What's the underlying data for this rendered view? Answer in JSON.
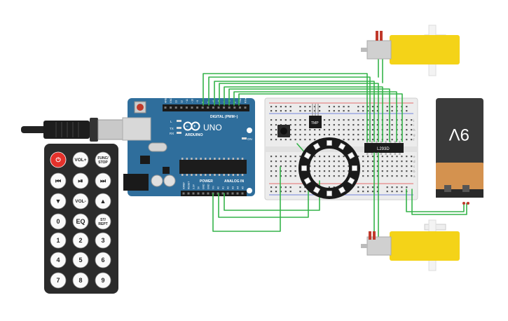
{
  "arduino": {
    "brand": "ARDUINO",
    "model": "UNO",
    "digital_label": "DIGITAL (PWM~)",
    "power_label": "POWER",
    "analog_label": "ANALOG IN",
    "led_labels": [
      "L",
      "TX",
      "RX"
    ],
    "on_label": "ON",
    "top_pin_labels": [
      "AREF",
      "GND",
      "13",
      "12",
      "~11",
      "~10",
      "~9",
      "8",
      "7",
      "~6",
      "~5",
      "4",
      "~3",
      "2",
      "TX▸1",
      "RX◂0"
    ],
    "bottom_pin_labels": [
      "IOREF",
      "RESET",
      "3.3V",
      "5V",
      "GND",
      "GND",
      "Vin",
      "A0",
      "A1",
      "A2",
      "A3",
      "A4",
      "A5"
    ]
  },
  "driver_chip": {
    "label": "L293D"
  },
  "sensor": {
    "label": "TMP"
  },
  "battery": {
    "label": "9V"
  },
  "breadboard": {
    "row_letters": [
      "j",
      "i",
      "h",
      "g",
      "f",
      "e",
      "d",
      "c",
      "b",
      "a"
    ]
  },
  "remote": {
    "buttons": [
      "⏻",
      "VOL+",
      "FUNC/\nSTOP",
      "⏮",
      "⏯",
      "⏭",
      "▼",
      "VOL-",
      "▲",
      "0",
      "EQ",
      "ST/\nREPT",
      "1",
      "2",
      "3",
      "4",
      "5",
      "6",
      "7",
      "8",
      "9"
    ]
  },
  "colors": {
    "board": "#2f6e9c",
    "wire": "#35b44a",
    "motor": "#f4d318",
    "remote": "#2b2b2b",
    "power_button": "#e4312b",
    "battery_top": "#3a3a3a",
    "battery_bottom": "#d4924f"
  }
}
